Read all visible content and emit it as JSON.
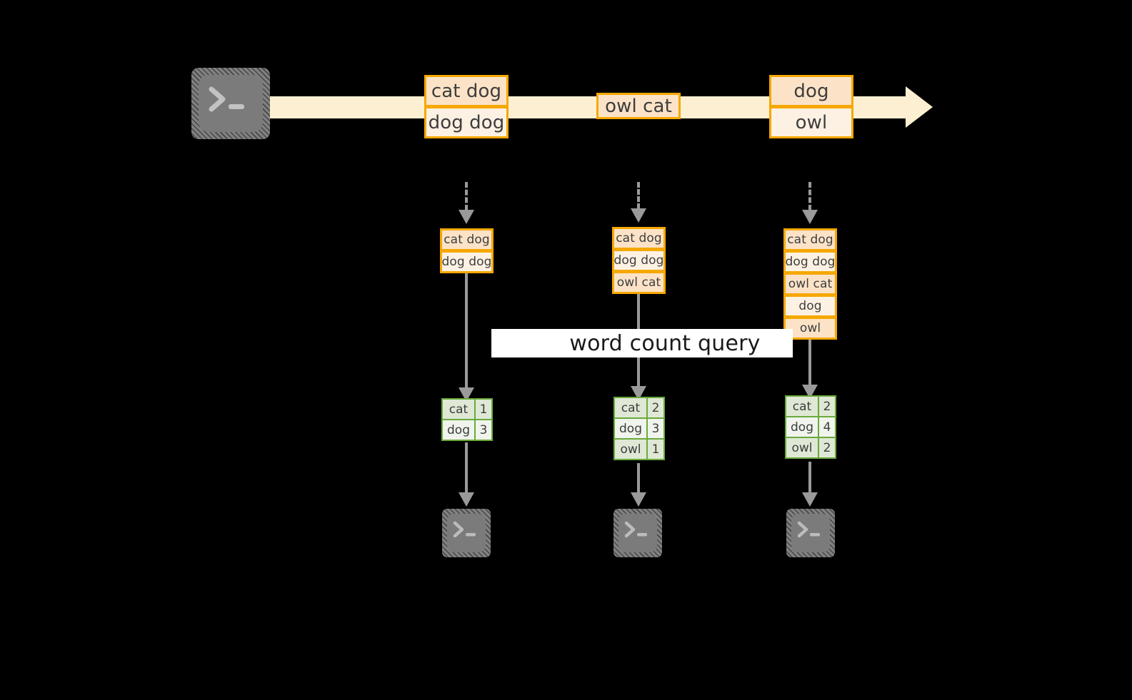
{
  "diagram": {
    "title": "word count streaming query",
    "colors": {
      "background": "#000000",
      "event_border": "#f5a800",
      "event_fill_dark": "#fce3c7",
      "event_fill_light": "#fdf1e3",
      "stream_arrow": "#fdf0d2",
      "result_border": "#6aaa3c",
      "result_fill_dark": "#dfe8d5",
      "result_fill_light": "#f0f4ec",
      "connector": "#9a9a9a",
      "terminal_fill": "#7b7b7b",
      "label_band": "#ffffff"
    }
  },
  "source": {
    "icon": "terminal-icon",
    "glyph": ">_"
  },
  "stream": {
    "events": [
      {
        "id": "batch-1",
        "lines": [
          "cat dog",
          "dog dog"
        ]
      },
      {
        "id": "batch-2",
        "lines": [
          "owl cat"
        ]
      },
      {
        "id": "batch-3",
        "lines": [
          "dog",
          "owl"
        ]
      }
    ]
  },
  "query": {
    "label": "word count query"
  },
  "snapshots": [
    {
      "id": "snapshot-1",
      "input_table": {
        "rows": [
          "cat dog",
          "dog dog"
        ]
      },
      "result_table": {
        "rows": [
          {
            "word": "cat",
            "count": "1"
          },
          {
            "word": "dog",
            "count": "3"
          }
        ]
      },
      "sink": {
        "icon": "terminal-icon",
        "glyph": ">_"
      }
    },
    {
      "id": "snapshot-2",
      "input_table": {
        "rows": [
          "cat dog",
          "dog dog",
          "owl cat"
        ]
      },
      "result_table": {
        "rows": [
          {
            "word": "cat",
            "count": "2"
          },
          {
            "word": "dog",
            "count": "3"
          },
          {
            "word": "owl",
            "count": "1"
          }
        ]
      },
      "sink": {
        "icon": "terminal-icon",
        "glyph": ">_"
      }
    },
    {
      "id": "snapshot-3",
      "input_table": {
        "rows": [
          "cat dog",
          "dog dog",
          "owl cat",
          "dog",
          "owl"
        ]
      },
      "result_table": {
        "rows": [
          {
            "word": "cat",
            "count": "2"
          },
          {
            "word": "dog",
            "count": "4"
          },
          {
            "word": "owl",
            "count": "2"
          }
        ]
      },
      "sink": {
        "icon": "terminal-icon",
        "glyph": ">_"
      }
    }
  ]
}
